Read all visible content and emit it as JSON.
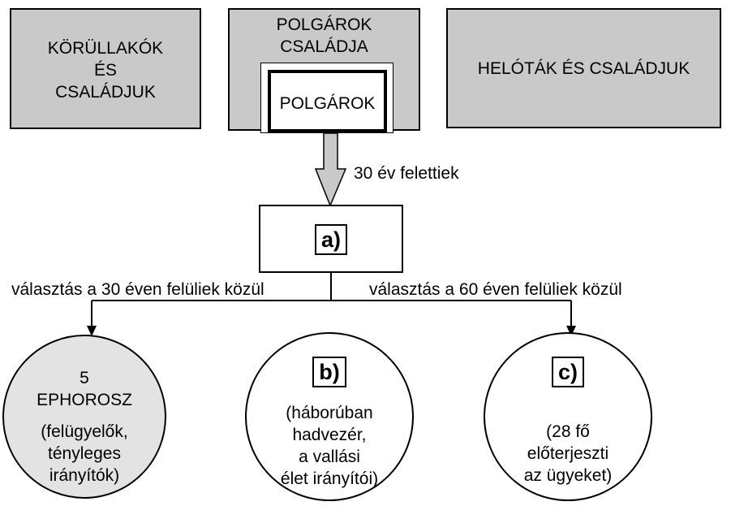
{
  "colors": {
    "box_fill": "#c9c9c9",
    "ephorosz_fill": "#e3e3e3",
    "arrow_fill": "#c9c9c9",
    "stroke": "#000000",
    "white": "#ffffff"
  },
  "top": {
    "korullakok": [
      "KÖRÜLLAKÓK",
      "ÉS",
      "CSALÁDJUK"
    ],
    "polgarok_csaladja": [
      "POLGÁROK",
      "CSALÁDJA"
    ],
    "polgarok": "POLGÁROK",
    "helotak": "HELÓTÁK ÉS CSALÁDJUK"
  },
  "arrow_label": "30 év felettiek",
  "a_tag": "a)",
  "branch_left_label": "választás a 30 éven felüliek közül",
  "branch_right_label": "választás a 60 éven felüliek közül",
  "circles": {
    "ephorosz": {
      "title": [
        "5",
        "EPHOROSZ"
      ],
      "desc": [
        "(felügyelők,",
        "tényleges",
        "irányítók)"
      ]
    },
    "b": {
      "tag": "b)",
      "desc": [
        "(háborúban",
        "hadvezér,",
        "a vallási",
        "élet irányítói)"
      ]
    },
    "c": {
      "tag": "c)",
      "desc": [
        "(28 fő",
        "előterjeszti",
        "az ügyeket)"
      ]
    }
  }
}
